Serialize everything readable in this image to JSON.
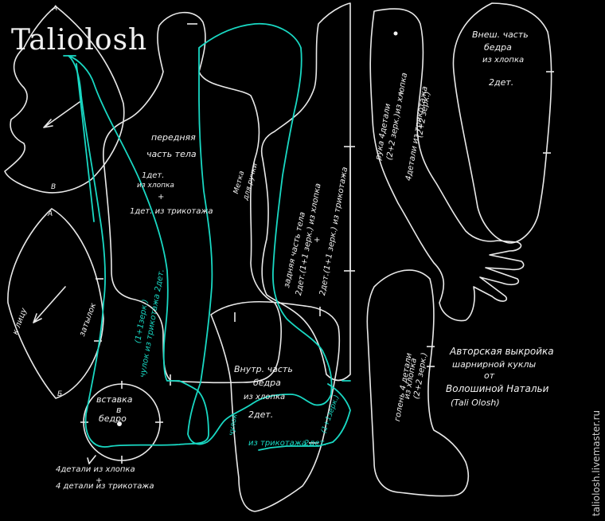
{
  "logo": "Taliolosh",
  "watermark": "taliolosh.livemaster.ru",
  "colors": {
    "background": "#000000",
    "chalk": "#e9e9e9",
    "cyan_lines": "#19d8c3"
  },
  "head": {
    "top_letter": "А",
    "bottom_letter": "Б",
    "letter_b": "В",
    "side_a": "А",
    "side_b": "Б",
    "to_face": "к лицу",
    "nape": "затылок",
    "insert_title": "вставка",
    "insert_in": "в",
    "insert_where": "бедро",
    "count_line1": "4детали из хлопка",
    "count_plus": "+",
    "count_line2": "4 детали из трикотажа"
  },
  "front_body": {
    "title1": "передняя",
    "title2": "часть тела",
    "qty1": "1дет.",
    "qty1_mat": "из хлопка",
    "plus": "+",
    "qty2": "1дет. из трикотажа",
    "arm_mark1": "Метка",
    "arm_mark2": "для ручки"
  },
  "stocking": {
    "line1": "(1+1зерк.)",
    "line2": "чулок из трикотажа 2дет."
  },
  "back_body": {
    "line1": "задняя часть тела",
    "line2": "2дет.(1+1 зерк.) из хлопка",
    "plus": "+",
    "line3": "2дет.(1+1 зерк.) из трикотажа"
  },
  "inner_thigh": {
    "title1": "Внутр. часть",
    "title2": "бедра",
    "mat": "из хлопка",
    "qty": "2дет.",
    "knit_label": "из трикотажа",
    "knit_qty": "2дет.",
    "knit_mirror": "(1+1зерк.)",
    "knit_top": "чулок"
  },
  "arm": {
    "line1": "рука 4детали",
    "line2": "(2+2 зерк.)из хлопка",
    "plus": "+",
    "line3": "4детали из трикотажа",
    "line4": "(2+2 зерк.)"
  },
  "outer_thigh": {
    "title1": "Внеш. часть",
    "title2": "бедра",
    "mat": "из хлопка",
    "qty": "2дет."
  },
  "shin": {
    "line1": "голень 4 детали",
    "line2": "из хлопка",
    "line3": "(2+2 зерк.)"
  },
  "author": {
    "line1": "Авторская выкройка",
    "line2": "шарнирной куклы",
    "line3": "от",
    "line4": "Волошиной Натальи",
    "line5": "(Tali Olosh)"
  }
}
